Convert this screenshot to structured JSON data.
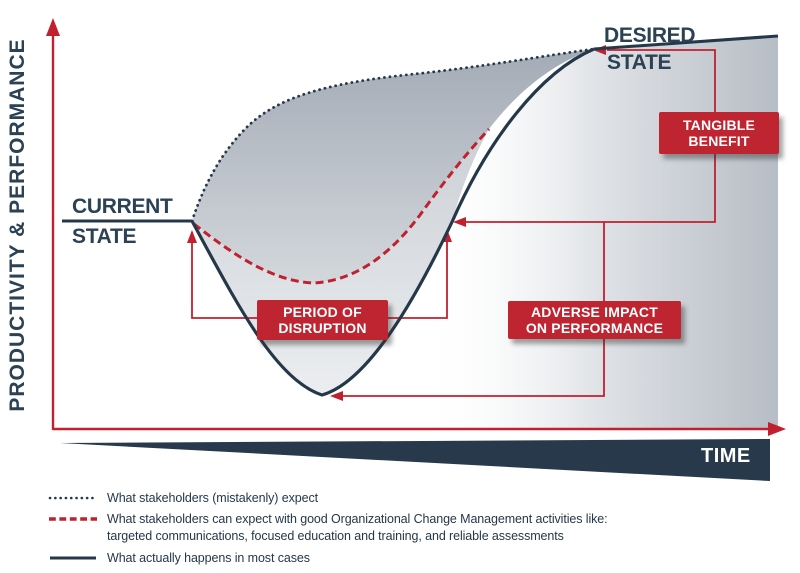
{
  "y_axis": {
    "label": "PRODUCTIVITY & PERFORMANCE"
  },
  "x_axis": {
    "label": "TIME"
  },
  "current_state": {
    "line1": "CURRENT",
    "line2": "STATE"
  },
  "desired_state": {
    "line1": "DESIRED",
    "line2": "STATE"
  },
  "callouts": {
    "tangible_benefit": {
      "line1": "TANGIBLE",
      "line2": "BENEFIT"
    },
    "period_of_disruption": {
      "line1": "PERIOD OF",
      "line2": "DISRUPTION"
    },
    "adverse_impact": {
      "line1": "ADVERSE IMPACT",
      "line2": "ON PERFORMANCE"
    }
  },
  "legend": {
    "items": [
      {
        "swatch": "dotted-navy",
        "line1": "What stakeholders (mistakenly) expect"
      },
      {
        "swatch": "dashed-red",
        "line1": "What stakeholders can expect with good Organizational Change Management activities like:",
        "line2": "targeted communications, focused education and training, and reliable assessments"
      },
      {
        "swatch": "solid-navy",
        "line1": "What actually happens in most cases"
      }
    ]
  },
  "colors": {
    "navy": "#25384a",
    "text_navy": "#2b4154",
    "red": "#c1202f",
    "callout_red": "#bf2531",
    "fill_dark_gray": "#a5adb8",
    "fill_light_gray": "#eceef0"
  },
  "chart_data": {
    "type": "line",
    "note": "Conceptual change-curve diagram; values are percent of axis range read from pixels (x: time 0-100, y: performance 0-100)",
    "series": [
      {
        "name": "What stakeholders (mistakenly) expect",
        "style": "dotted-navy",
        "points": [
          [
            19,
            52
          ],
          [
            22,
            68
          ],
          [
            27,
            83
          ],
          [
            35,
            89
          ],
          [
            49,
            92
          ],
          [
            61,
            94
          ],
          [
            75,
            95
          ]
        ]
      },
      {
        "name": "What stakeholders can expect with good OCM activities",
        "style": "dashed-red",
        "points": [
          [
            19,
            51
          ],
          [
            26,
            43
          ],
          [
            36,
            37
          ],
          [
            47,
            42
          ],
          [
            53,
            54
          ],
          [
            60,
            75
          ]
        ]
      },
      {
        "name": "What actually happens in most cases",
        "style": "solid-navy",
        "points": [
          [
            0,
            52
          ],
          [
            19,
            52
          ],
          [
            26,
            30
          ],
          [
            37,
            9
          ],
          [
            50,
            42
          ],
          [
            60,
            75
          ],
          [
            75,
            95
          ],
          [
            100,
            98
          ]
        ]
      }
    ],
    "key_levels": {
      "current_state_y": 52,
      "desired_state_y": 97,
      "dip_bottom_y": 9
    }
  }
}
